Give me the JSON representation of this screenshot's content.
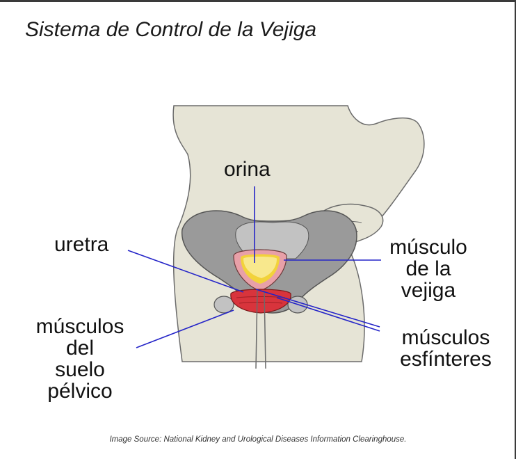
{
  "title": "Sistema de Control de la Vejiga",
  "labels": {
    "orina": "orina",
    "uretra": "uretra",
    "musculo_vejiga": [
      "músculo",
      "de la",
      "vejiga"
    ],
    "musculos_suelo": [
      "músculos",
      "del",
      "suelo",
      "pélvico"
    ],
    "musculos_esfinteres": [
      "músculos",
      "esfínteres"
    ]
  },
  "source": "Image Source: National Kidney and Urological Diseases Information Clearinghouse.",
  "colors": {
    "skin": "#e6e4d6",
    "outline": "#6b6b6b",
    "pelvis": "#9a9a9a",
    "pelvis_light": "#c2c2c2",
    "bladder_wall": "#e8a0a8",
    "urine": "#f2d23a",
    "sphincter": "#d8343c",
    "pointer": "#2424c8"
  }
}
